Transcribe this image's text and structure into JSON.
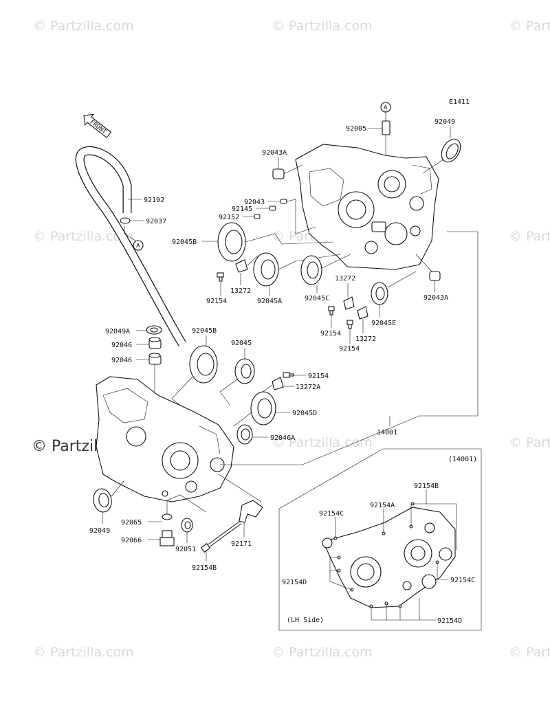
{
  "watermark": {
    "text": "© Partzilla.com",
    "main_text": "© Partzilla.com"
  },
  "diagram": {
    "code": "E1411",
    "front_label": "FRONT",
    "ref_marker": "A",
    "inset_title": "(14001)",
    "inset_side": "(LH Side)",
    "labels": {
      "p92005": "92005",
      "p92049_top": "92049",
      "p92043A_top": "92043A",
      "p92192": "92192",
      "p92037": "92037",
      "p92043": "92043",
      "p92145": "92145",
      "p92152": "92152",
      "p92045B_top": "92045B",
      "p13272_a": "13272",
      "p92154_a": "92154",
      "p92045A": "92045A",
      "p92045C": "92045C",
      "p13272_b": "13272",
      "p92043A_right": "92043A",
      "p92154_b": "92154",
      "p92045E": "92045E",
      "p13272_c": "13272",
      "p92154_c": "92154",
      "p92049A": "92049A",
      "p92046_a": "92046",
      "p92046_b": "92046",
      "p92045B_mid": "92045B",
      "p92045": "92045",
      "p92154_d": "92154",
      "p13272A": "13272A",
      "p92045D": "92045D",
      "p92046A": "92046A",
      "p14001": "14001",
      "p92049_bottom": "92049",
      "p92065": "92065",
      "p92066": "92066",
      "p92051": "92051",
      "p92171": "92171",
      "p92154B_bottom": "92154B",
      "i92154B": "92154B",
      "i92154C_left": "92154C",
      "i92154A": "92154A",
      "i92154D_left": "92154D",
      "i92154C_right": "92154C",
      "i92154D_bottom": "92154D"
    }
  }
}
